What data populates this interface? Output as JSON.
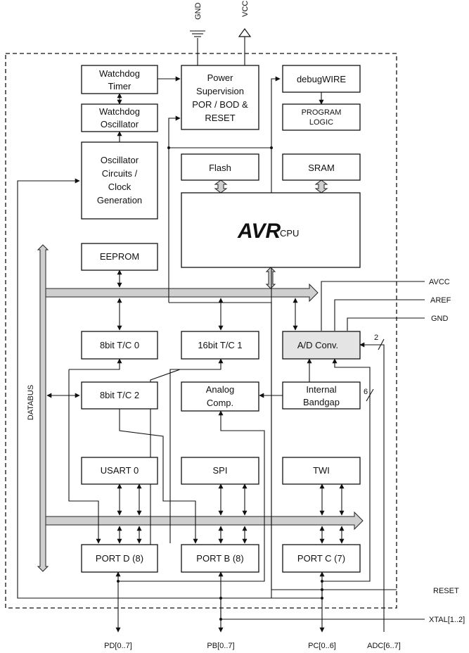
{
  "blocks": {
    "watchdog_timer": [
      "Watchdog",
      "Timer"
    ],
    "watchdog_osc": [
      "Watchdog",
      "Oscillator"
    ],
    "osc_circuits": [
      "Oscillator",
      "Circuits /",
      "Clock",
      "Generation"
    ],
    "power_supervision": [
      "Power",
      "Supervision",
      "POR / BOD &",
      "RESET"
    ],
    "debugwire": [
      "debugWIRE"
    ],
    "program_logic": [
      "PROGRAM",
      "LOGIC"
    ],
    "flash": [
      "Flash"
    ],
    "sram": [
      "SRAM"
    ],
    "cpu_logo": "AVR",
    "cpu_label": "CPU",
    "eeprom": [
      "EEPROM"
    ],
    "tc0": [
      "8bit T/C 0"
    ],
    "tc1": [
      "16bit T/C 1"
    ],
    "adc": [
      "A/D Conv."
    ],
    "tc2": [
      "8bit T/C 2"
    ],
    "analog_comp": [
      "Analog",
      "Comp."
    ],
    "bandgap": [
      "Internal",
      "Bandgap"
    ],
    "usart": [
      "USART 0"
    ],
    "spi": [
      "SPI"
    ],
    "twi": [
      "TWI"
    ],
    "portd": [
      "PORT D (8)"
    ],
    "portb": [
      "PORT B (8)"
    ],
    "portc": [
      "PORT C (7)"
    ]
  },
  "labels": {
    "gnd_top": "GND",
    "vcc_top": "VCC",
    "databus": "DATABUS",
    "avcc": "AVCC",
    "aref": "AREF",
    "gnd_right": "GND",
    "reset": "RESET",
    "xtal": "XTAL[1..2]",
    "pd": "PD[0..7]",
    "pb": "PB[0..7]",
    "pc": "PC[0..6]",
    "adc": "ADC[6..7]",
    "bus_width_2": "2",
    "bus_width_6": "6"
  }
}
